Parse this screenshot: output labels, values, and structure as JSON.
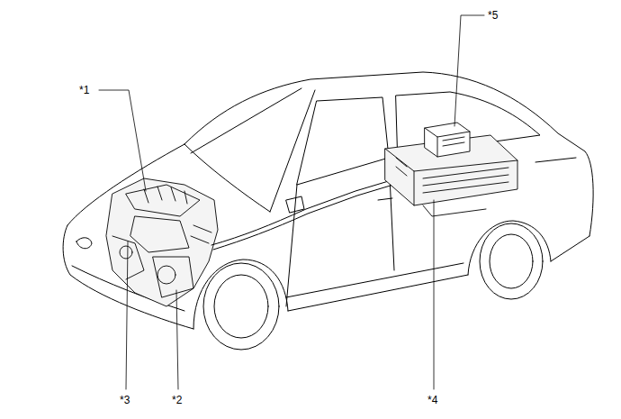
{
  "diagram": {
    "labels": [
      "*1",
      "*2",
      "*3",
      "*4",
      "*5"
    ]
  }
}
